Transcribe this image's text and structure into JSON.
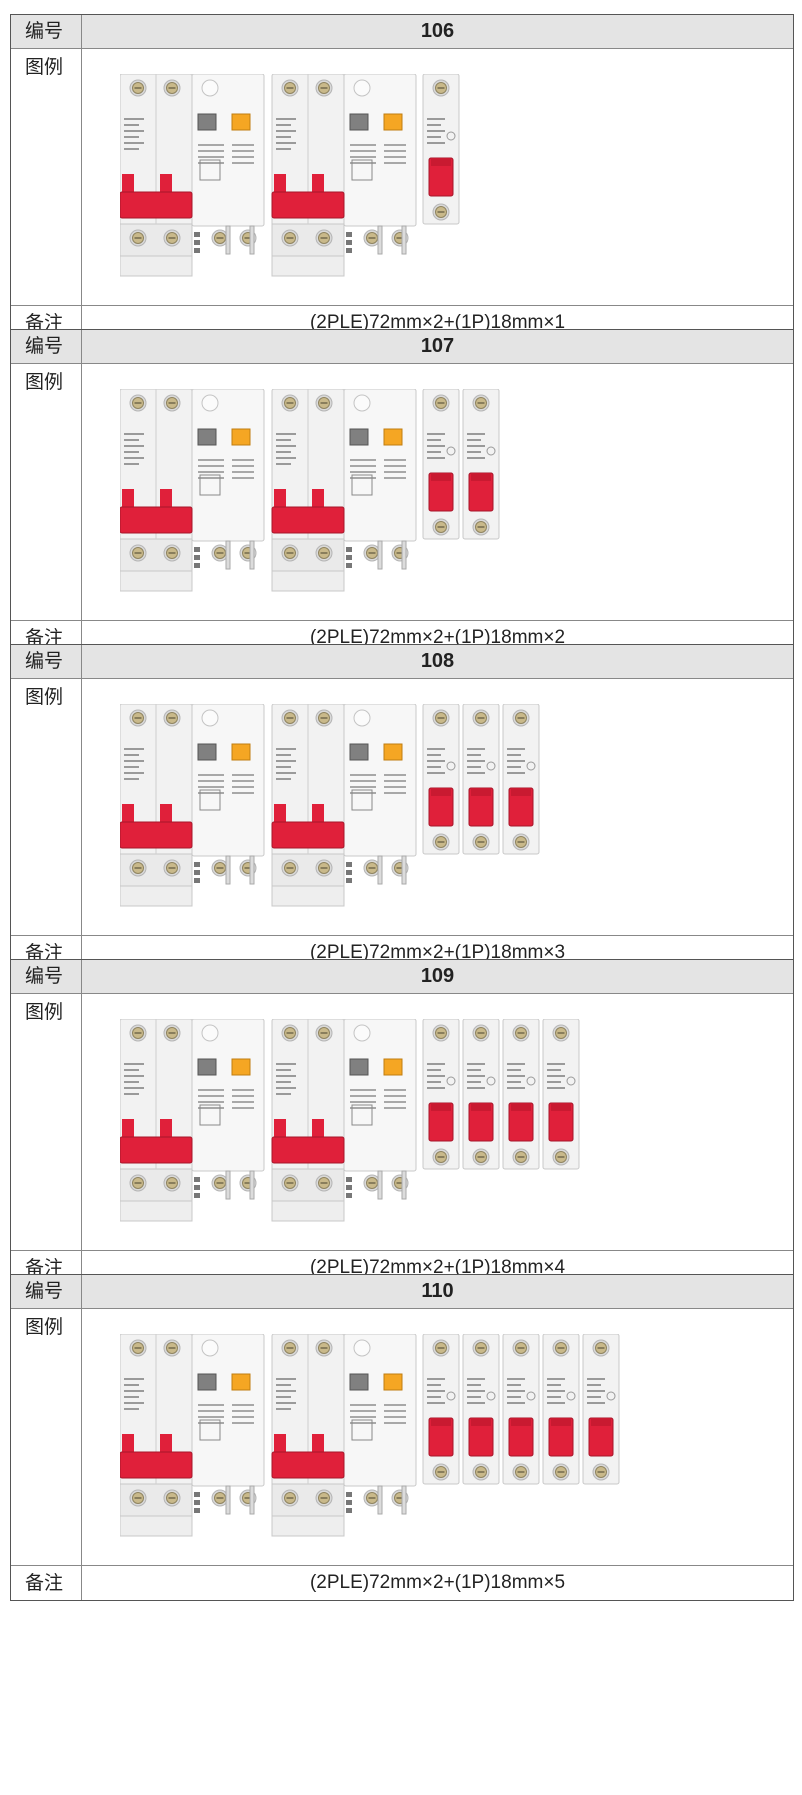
{
  "labels": {
    "id": "编号",
    "figure": "图例",
    "remark": "备注"
  },
  "entries": [
    {
      "number": "106",
      "remark": "(2PLE)72mm×2+(1P)18mm×1",
      "single_pole_count": 1
    },
    {
      "number": "107",
      "remark": "(2PLE)72mm×2+(1P)18mm×2",
      "single_pole_count": 2
    },
    {
      "number": "108",
      "remark": "(2PLE)72mm×2+(1P)18mm×3",
      "single_pole_count": 3
    },
    {
      "number": "109",
      "remark": "(2PLE)72mm×2+(1P)18mm×4",
      "single_pole_count": 4
    },
    {
      "number": "110",
      "remark": "(2PLE)72mm×2+(1P)18mm×5",
      "single_pole_count": 5
    }
  ],
  "colors": {
    "handle": "#e0203a",
    "body": "#f2f2f2",
    "test_button": "#f5a623",
    "reset_button": "#808080"
  },
  "icons": {
    "leakage_breaker": "rcbo-2p-breaker-icon",
    "single_breaker": "mcb-1p-breaker-icon"
  }
}
